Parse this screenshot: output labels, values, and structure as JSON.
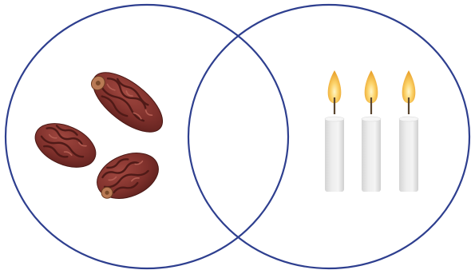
{
  "diagram": {
    "type": "venn",
    "circle_color": "#2e3f8f",
    "sets": [
      {
        "id": "left",
        "content": "dates",
        "item_icon": "date-fruit-icon",
        "count": 3
      },
      {
        "id": "right",
        "content": "candles",
        "item_icon": "candle-icon",
        "count": 3
      }
    ],
    "intersection_count": 0
  },
  "colors": {
    "date_dark": "#6b2622",
    "date_main": "#8c3a33",
    "date_light": "#a8534a",
    "candle_body": "#e9e9e9",
    "candle_shade": "#d2d2d2",
    "flame_outer": "#f2b233",
    "flame_inner": "#fde9a0",
    "wick": "#5a4630"
  }
}
